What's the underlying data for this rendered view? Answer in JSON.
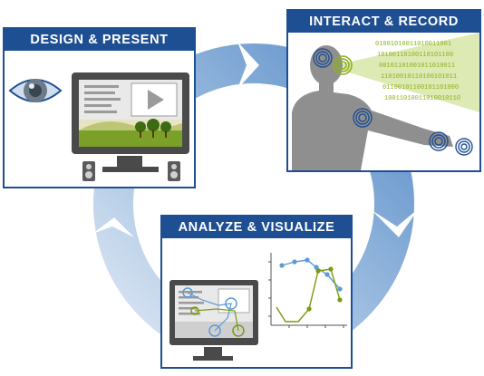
{
  "panels": {
    "design": {
      "title": "DESIGN & PRESENT"
    },
    "interact": {
      "title": "INTERACT & RECORD"
    },
    "analyze": {
      "title": "ANALYZE & VISUALIZE"
    }
  },
  "binary_stream": [
    "01001010011010011001",
    "10100110100110101100",
    "00101101001011010011",
    "11010010110100101011",
    "01100101100101101000",
    "10011010011010010110"
  ],
  "colors": {
    "header_blue": "#1f4f93",
    "cycle_light": "#c9d9ec",
    "cycle_mid": "#8cb0d8",
    "cycle_dark": "#5b8ec9",
    "eye_green": "#8fb020",
    "chart_blue": "#5b9bd5",
    "chart_green": "#7a9a10"
  },
  "icons": [
    "eye-icon",
    "monitor-icon",
    "play-icon",
    "speaker-icon",
    "person-silhouette-icon",
    "tracking-marker-icon",
    "eye-gaze-beam-icon",
    "line-chart-icon"
  ]
}
